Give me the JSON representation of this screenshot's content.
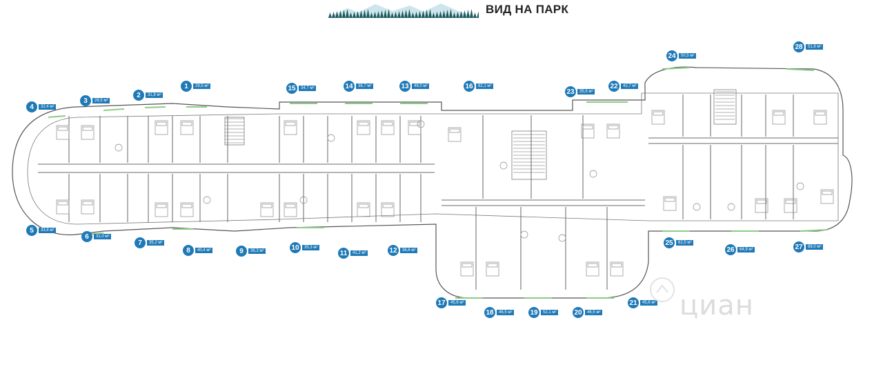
{
  "header": {
    "title": "ВИД НА ПАРК",
    "logo_icon": "mountain-forest-icon"
  },
  "watermark": {
    "text": "циан",
    "icon": "cian-house-icon"
  },
  "colors": {
    "badge": "#1f79b7",
    "wall": "#555555",
    "window": "#8ccb87"
  },
  "apartments": [
    {
      "num": "1",
      "area": "29,5 м²"
    },
    {
      "num": "2",
      "area": "31,8 м²"
    },
    {
      "num": "3",
      "area": "28,5 м²"
    },
    {
      "num": "4",
      "area": "32,4 м²"
    },
    {
      "num": "5",
      "area": "33,8 м²"
    },
    {
      "num": "6",
      "area": "31,0 м²"
    },
    {
      "num": "7",
      "area": "35,2 м²"
    },
    {
      "num": "8",
      "area": "40,4 м²"
    },
    {
      "num": "9",
      "area": "36,3 м²"
    },
    {
      "num": "10",
      "area": "35,3 м²"
    },
    {
      "num": "11",
      "area": "41,2 м²"
    },
    {
      "num": "12",
      "area": "36,6 м²"
    },
    {
      "num": "13",
      "area": "49,0 м²"
    },
    {
      "num": "14",
      "area": "38,7 м²"
    },
    {
      "num": "15",
      "area": "34,7 м²"
    },
    {
      "num": "16",
      "area": "82,1 м²"
    },
    {
      "num": "17",
      "area": "45,6 м²"
    },
    {
      "num": "18",
      "area": "46,5 м²"
    },
    {
      "num": "19",
      "area": "52,1 м²"
    },
    {
      "num": "20",
      "area": "46,5 м²"
    },
    {
      "num": "21",
      "area": "45,6 м²"
    },
    {
      "num": "22",
      "area": "42,7 м²"
    },
    {
      "num": "23",
      "area": "35,6 м²"
    },
    {
      "num": "24",
      "area": "50,5 м²"
    },
    {
      "num": "25",
      "area": "62,5 м²"
    },
    {
      "num": "26",
      "area": "64,9 м²"
    },
    {
      "num": "27",
      "area": "88,0 м²"
    },
    {
      "num": "28",
      "area": "51,8 м²"
    }
  ]
}
